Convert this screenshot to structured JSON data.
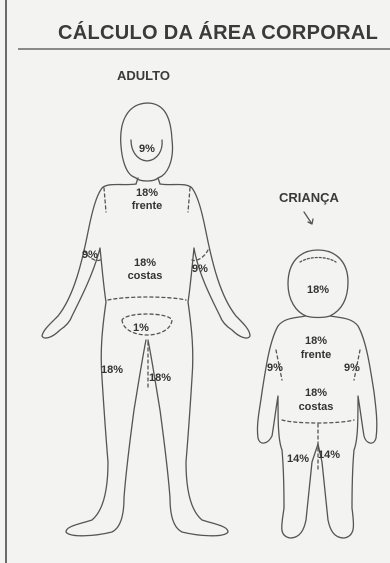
{
  "title": "CÁLCULO DA ÁREA CORPORAL",
  "adult": {
    "label": "ADULTO",
    "head": "9%",
    "front_pct": "18%",
    "front_word": "frente",
    "back_pct": "18%",
    "back_word": "costas",
    "arm_left": "9%",
    "arm_right": "9%",
    "groin": "1%",
    "leg_left": "18%",
    "leg_right": "18%"
  },
  "child": {
    "label": "CRIANÇA",
    "head": "18%",
    "front_pct": "18%",
    "front_word": "frente",
    "back_pct": "18%",
    "back_word": "costas",
    "arm_left": "9%",
    "arm_right": "9%",
    "leg_left": "14%",
    "leg_right": "14%"
  }
}
